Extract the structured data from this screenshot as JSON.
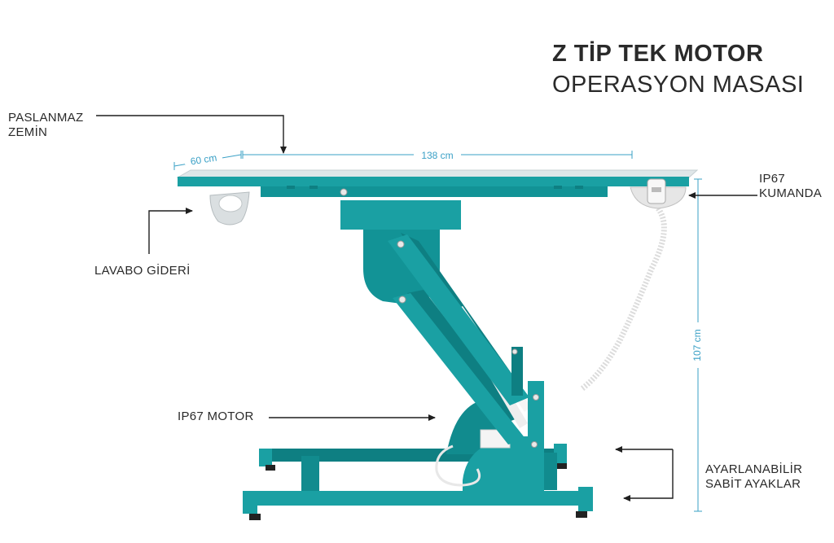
{
  "title": {
    "line1": "Z TİP TEK MOTOR",
    "line2": "OPERASYON MASASI"
  },
  "labels": {
    "surface_line1": "PASLANMAZ",
    "surface_line2": "ZEMİN",
    "drain": "LAVABO GİDERİ",
    "motor": "IP67 MOTOR",
    "remote_line1": "IP67",
    "remote_line2": "KUMANDA",
    "feet_line1": "AYARLANABİLİR",
    "feet_line2": "SABİT AYAKLAR"
  },
  "dimensions": {
    "width": "60 cm",
    "length": "138 cm",
    "height": "107 cm"
  },
  "colors": {
    "frame": "#1aa0a3",
    "frame_dark": "#0e7f82",
    "surface": "#dfe6e8",
    "dimension": "#3aa0c6",
    "text": "#2a2a2a"
  }
}
